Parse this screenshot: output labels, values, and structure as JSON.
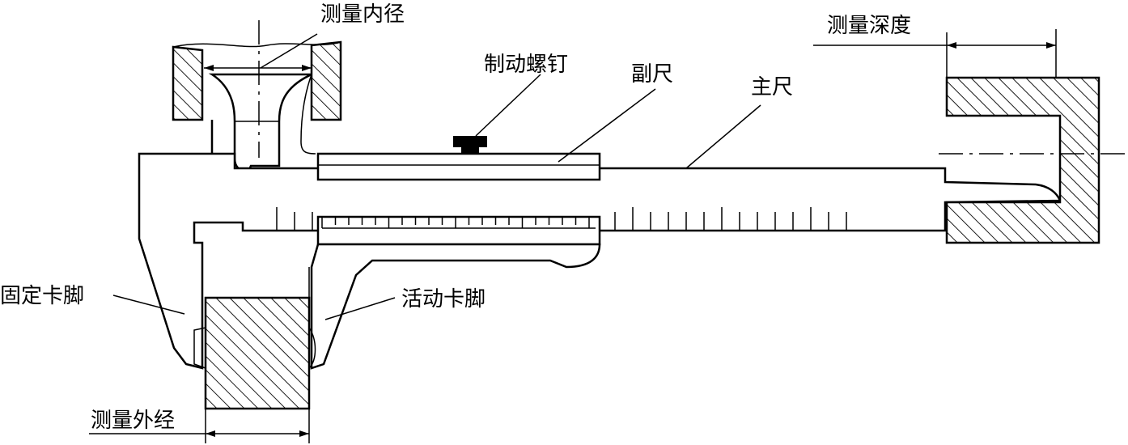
{
  "labels": {
    "inner_diameter": "测量内径",
    "lock_screw": "制动螺钉",
    "vernier": "副尺",
    "main_scale": "主尺",
    "depth": "测量深度",
    "fixed_jaw": "固定卡脚",
    "movable_jaw": "活动卡脚",
    "outer_diameter": "测量外经"
  },
  "colors": {
    "line": "#000000",
    "background": "#ffffff"
  }
}
